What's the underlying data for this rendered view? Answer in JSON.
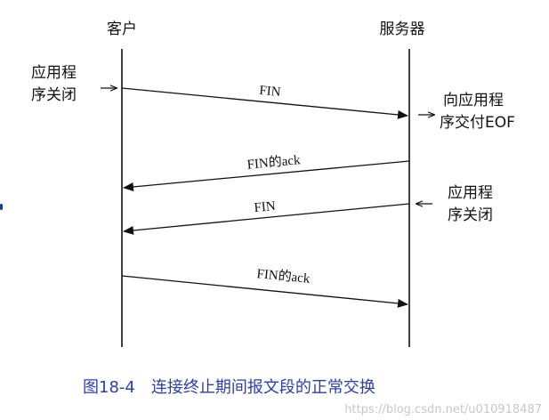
{
  "participants": {
    "client": "客户",
    "server": "服务器"
  },
  "notes": {
    "client_close": [
      "应用程",
      "序关闭"
    ],
    "server_eof": [
      "向应用程",
      "序交付EOF"
    ],
    "server_close": [
      "应用程",
      "序关闭"
    ]
  },
  "messages": [
    {
      "label": "FIN",
      "from": "client",
      "to": "server"
    },
    {
      "label": "FIN的ack",
      "from": "server",
      "to": "client"
    },
    {
      "label": "FIN",
      "from": "server",
      "to": "client"
    },
    {
      "label": "FIN的ack",
      "from": "client",
      "to": "server"
    }
  ],
  "caption": {
    "number": "图18-4",
    "title": "连接终止期间报文段的正常交换"
  },
  "watermark": "https://blog.csdn.net/u010918487",
  "colors": {
    "lines": "#111111",
    "caption": "#2a3fb0",
    "watermark": "#c8c8c8"
  }
}
